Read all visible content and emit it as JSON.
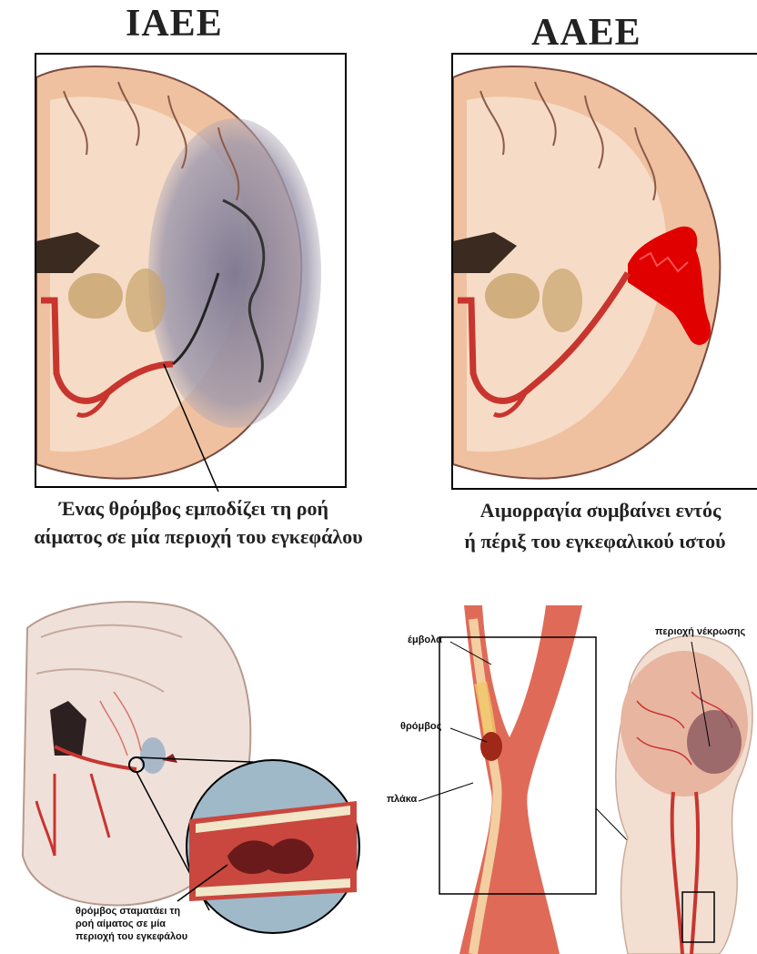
{
  "top_left": {
    "title": "IAEE",
    "caption_line1": "Ένας θρόμβος εμποδίζει τη ροή",
    "caption_line2": "αίματος σε μία περιοχή του εγκεφάλου"
  },
  "top_right": {
    "title": "AAEE",
    "caption_line1": "Αιμορραγία συμβαίνει εντός",
    "caption_line2": "ή πέριξ του εγκεφαλικού ιστού"
  },
  "bottom_left": {
    "label_line1": "θρόμβος σταματάει τη",
    "label_line2": "ροή αίματος σε μία",
    "label_line3": "περιοχή του εγκεφάλου"
  },
  "bottom_right": {
    "label_emboli": "έμβολα",
    "label_thrombus": "θρόμβος",
    "label_plaque": "πλάκα",
    "label_necrosis": "περιοχή νέκρωσης"
  },
  "colors": {
    "brain_tissue": "#f2c7a8",
    "brain_inner": "#f6dcc6",
    "ischemic_zone": "#8a869a",
    "hemorrhage": "#e00000",
    "artery": "#c8352f",
    "frame": "#000000"
  }
}
